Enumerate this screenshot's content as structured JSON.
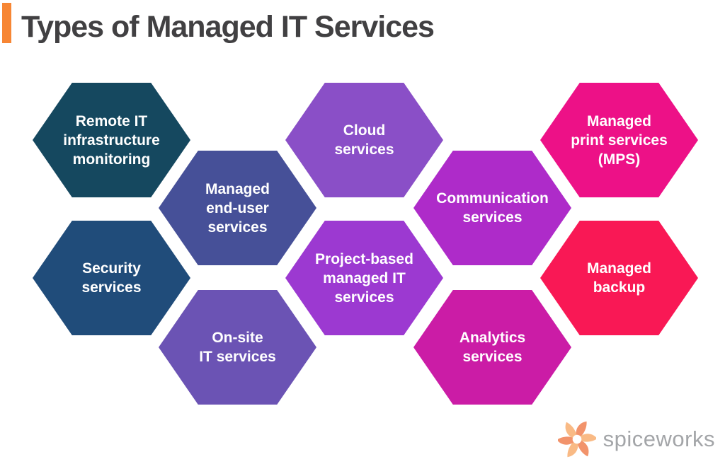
{
  "title": "Types of Managed IT Services",
  "accent_color": "#F78634",
  "background_color": "#FFFFFF",
  "title_color": "#414042",
  "hexagons": [
    {
      "id": "remote-it-infrastructure-monitoring",
      "label": "Remote IT\ninfrastructure\nmonitoring",
      "color": "#15485F"
    },
    {
      "id": "cloud-services",
      "label": "Cloud\nservices",
      "color": "#8A4FC7"
    },
    {
      "id": "managed-print-services",
      "label": "Managed\nprint services\n(MPS)",
      "color": "#ED1187"
    },
    {
      "id": "managed-end-user-services",
      "label": "Managed\nend-user\nservices",
      "color": "#465098"
    },
    {
      "id": "communication-services",
      "label": "Communication\nservices",
      "color": "#AE2BC9"
    },
    {
      "id": "security-services",
      "label": "Security\nservices",
      "color": "#204C7A"
    },
    {
      "id": "project-based-managed-it-services",
      "label": "Project-based\nmanaged IT\nservices",
      "color": "#9C39D1"
    },
    {
      "id": "managed-backup",
      "label": "Managed\nbackup",
      "color": "#F91855"
    },
    {
      "id": "on-site-it-services",
      "label": "On-site\nIT services",
      "color": "#6B53B4"
    },
    {
      "id": "analytics-services",
      "label": "Analytics\nservices",
      "color": "#CB1CA6"
    }
  ],
  "logo": {
    "text": "spiceworks",
    "icon": "spiceworks-pinwheel-icon",
    "text_color": "#A3A5A8",
    "petal_color_dark": "#F2936B",
    "petal_color_light": "#F9BA85"
  }
}
